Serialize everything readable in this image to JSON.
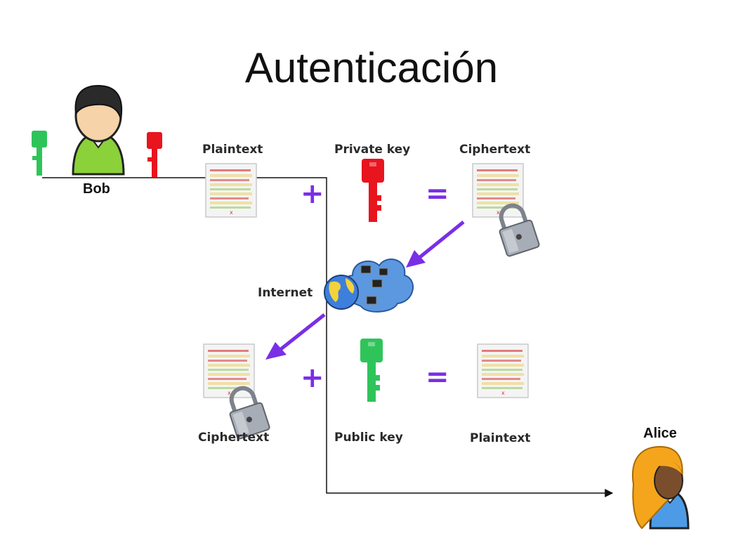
{
  "title": "Autenticación",
  "people": {
    "sender": "Bob",
    "receiver": "Alice"
  },
  "labels": {
    "plaintext_top": "Plaintext",
    "private_key": "Private key",
    "ciphertext_top": "Ciphertext",
    "internet": "Internet",
    "ciphertext_bottom": "Ciphertext",
    "public_key": "Public key",
    "plaintext_bottom": "Plaintext"
  },
  "operators": {
    "plus": "+",
    "equals": "="
  },
  "colors": {
    "private_key": "#e8141e",
    "public_key": "#2fc45a",
    "arrow": "#7a2ee6",
    "bob_shirt": "#8bd13a",
    "alice_shirt": "#4d9be6",
    "alice_hair": "#f5a51c",
    "lock": "#9aa0aa"
  },
  "icons": [
    "person-icon",
    "key-icon",
    "document-icon",
    "lock-icon",
    "globe-icon",
    "computer-icon"
  ]
}
